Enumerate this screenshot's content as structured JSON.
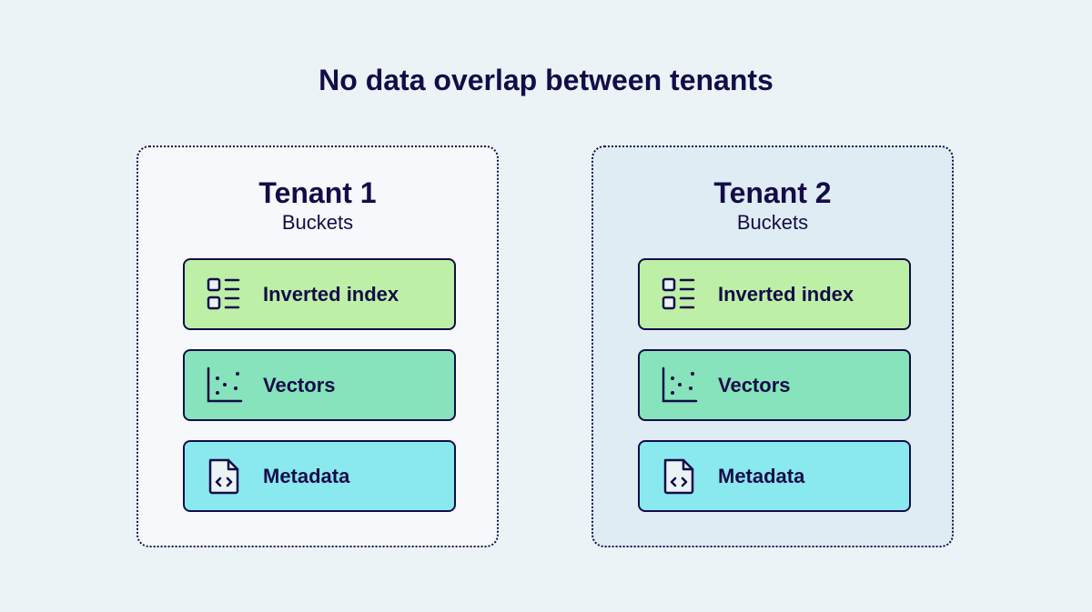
{
  "title": "No data overlap between tenants",
  "colors": {
    "inverted_index": "#bdf0a6",
    "vectors": "#86e3bb",
    "metadata": "#8ae8ef",
    "ink": "#130c49"
  },
  "tenants": [
    {
      "name": "Tenant 1",
      "subtitle": "Buckets",
      "buckets": [
        {
          "label": "Inverted index",
          "icon": "list-icon"
        },
        {
          "label": "Vectors",
          "icon": "scatter-plot-icon"
        },
        {
          "label": "Metadata",
          "icon": "code-file-icon"
        }
      ]
    },
    {
      "name": "Tenant 2",
      "subtitle": "Buckets",
      "buckets": [
        {
          "label": "Inverted index",
          "icon": "list-icon"
        },
        {
          "label": "Vectors",
          "icon": "scatter-plot-icon"
        },
        {
          "label": "Metadata",
          "icon": "code-file-icon"
        }
      ]
    }
  ]
}
